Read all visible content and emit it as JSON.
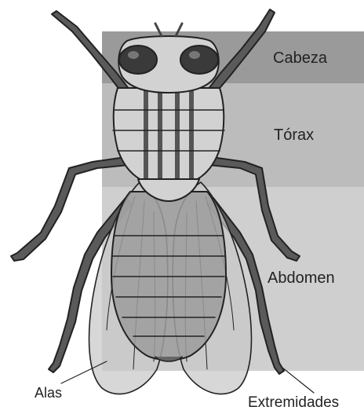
{
  "labels": {
    "cabeza": "Cabeza",
    "torax": "Tórax",
    "abdomen": "Abdomen",
    "alas": "Alas",
    "extremidades": "Extremidades"
  },
  "colors": {
    "band_cabeza": "#9a9a9a",
    "band_torax": "#bcbcbc",
    "band_abdomen": "#cfcfcf",
    "body_light": "#d2d2d2",
    "body_dark": "#6a6a6a",
    "legs": "#5a5a5a",
    "outline": "#222222",
    "eyes": "#3a3a3a"
  }
}
